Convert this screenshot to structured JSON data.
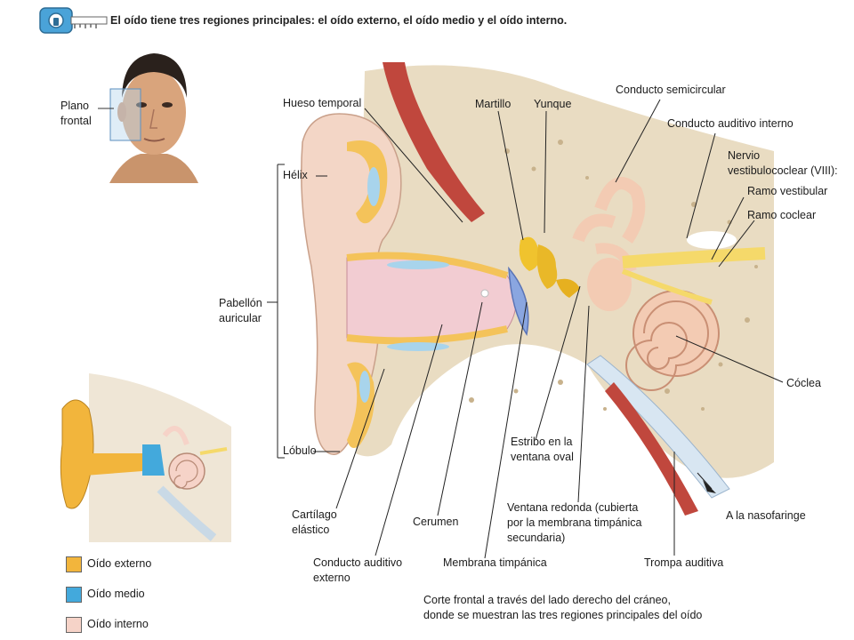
{
  "header": {
    "title": "El oído tiene tres regiones principales: el oído externo, el oído medio y el oído interno.",
    "key_icon": "key-icon"
  },
  "face_panel": {
    "label_line1": "Plano",
    "label_line2": "frontal"
  },
  "labels": {
    "hueso_temporal": "Hueso temporal",
    "martillo": "Martillo",
    "yunque": "Yunque",
    "conducto_semicircular": "Conducto semicircular",
    "conducto_auditivo_interno": "Conducto auditivo interno",
    "nervio_line1": "Nervio",
    "nervio_line2": "vestibulococlear (VIII):",
    "ramo_vestibular": "Ramo vestibular",
    "ramo_coclear": "Ramo coclear",
    "helix": "Hélix",
    "pabellon_line1": "Pabellón",
    "pabellon_line2": "auricular",
    "coclea": "Cóclea",
    "lobulo": "Lóbulo",
    "estribo_line1": "Estribo en la",
    "estribo_line2": "ventana oval",
    "ventana_line1": "Ventana redonda (cubierta",
    "ventana_line2": "por la membrana timpánica",
    "ventana_line3": "secundaria)",
    "nasofaringe": "A la nasofaringe",
    "cartilago_line1": "Cartílago",
    "cartilago_line2": "elástico",
    "cerumen": "Cerumen",
    "conducto_externo_line1": "Conducto auditivo",
    "conducto_externo_line2": "externo",
    "membrana_timpanica": "Membrana timpánica",
    "trompa_auditiva": "Trompa auditiva"
  },
  "legend": [
    {
      "label": "Oído externo",
      "color": "#f2b53c"
    },
    {
      "label": "Oído medio",
      "color": "#43a9dc"
    },
    {
      "label": "Oído interno",
      "color": "#f6d3c8"
    }
  ],
  "caption": {
    "line1": "Corte frontal a través del lado derecho del cráneo,",
    "line2": "donde se muestran las tres regiones principales del oído"
  }
}
